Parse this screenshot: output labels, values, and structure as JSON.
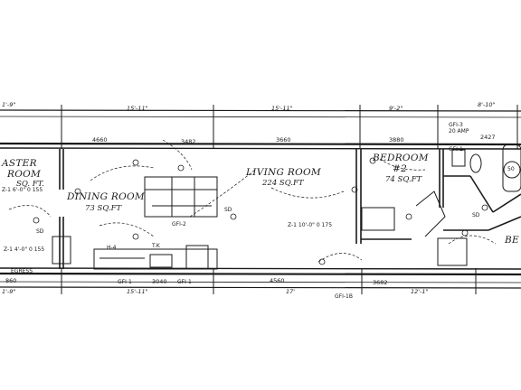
{
  "rooms": {
    "master": {
      "name_line1": "ASTER",
      "name_line2": "ROOM",
      "area": "SQ. FT."
    },
    "dining": {
      "name": "DINING ROOM",
      "area": "73 SQ.FT"
    },
    "living": {
      "name": "LIVING ROOM",
      "area": "224 SQ.FT"
    },
    "bedroom2": {
      "name": "BEDROOM",
      "number": "#2",
      "area": "74 SQ.FT"
    },
    "bedroom3": {
      "name": "BE"
    }
  },
  "top_dimensions": [
    "1'-9\"",
    "15'-11\"",
    "15'-11\"",
    "9'-2\"",
    "8'-10\""
  ],
  "bottom_dimensions": [
    "1'-9\"",
    "15'-11\"",
    "17'",
    "12'-1\""
  ],
  "window_codes": {
    "top": [
      "4660",
      "3482",
      "3660",
      "3880",
      "2427"
    ],
    "bottom": [
      "3040",
      "4560",
      "3682"
    ],
    "left_bottom": "860"
  },
  "circuits": {
    "gfi3": "GFI-3",
    "gfi3_amp": "20 AMP",
    "gfi2": "GFI-2",
    "gfi1a": "GFI-1",
    "gfi1b": "GFI-1",
    "gfi1c": "GFI-1",
    "gfi1d": "GFI-1B"
  },
  "zones": {
    "z_master": "Z-1  6'-0\" 0 155",
    "z_master_low": "Z-1  4'-0\" 0 155",
    "z_living": "Z-1  10'-0\" 0 175"
  },
  "labels": {
    "egress": "EGRESS",
    "hood": "H-4",
    "tank": "T.K",
    "sd": "SD",
    "fixture_50": "50"
  }
}
